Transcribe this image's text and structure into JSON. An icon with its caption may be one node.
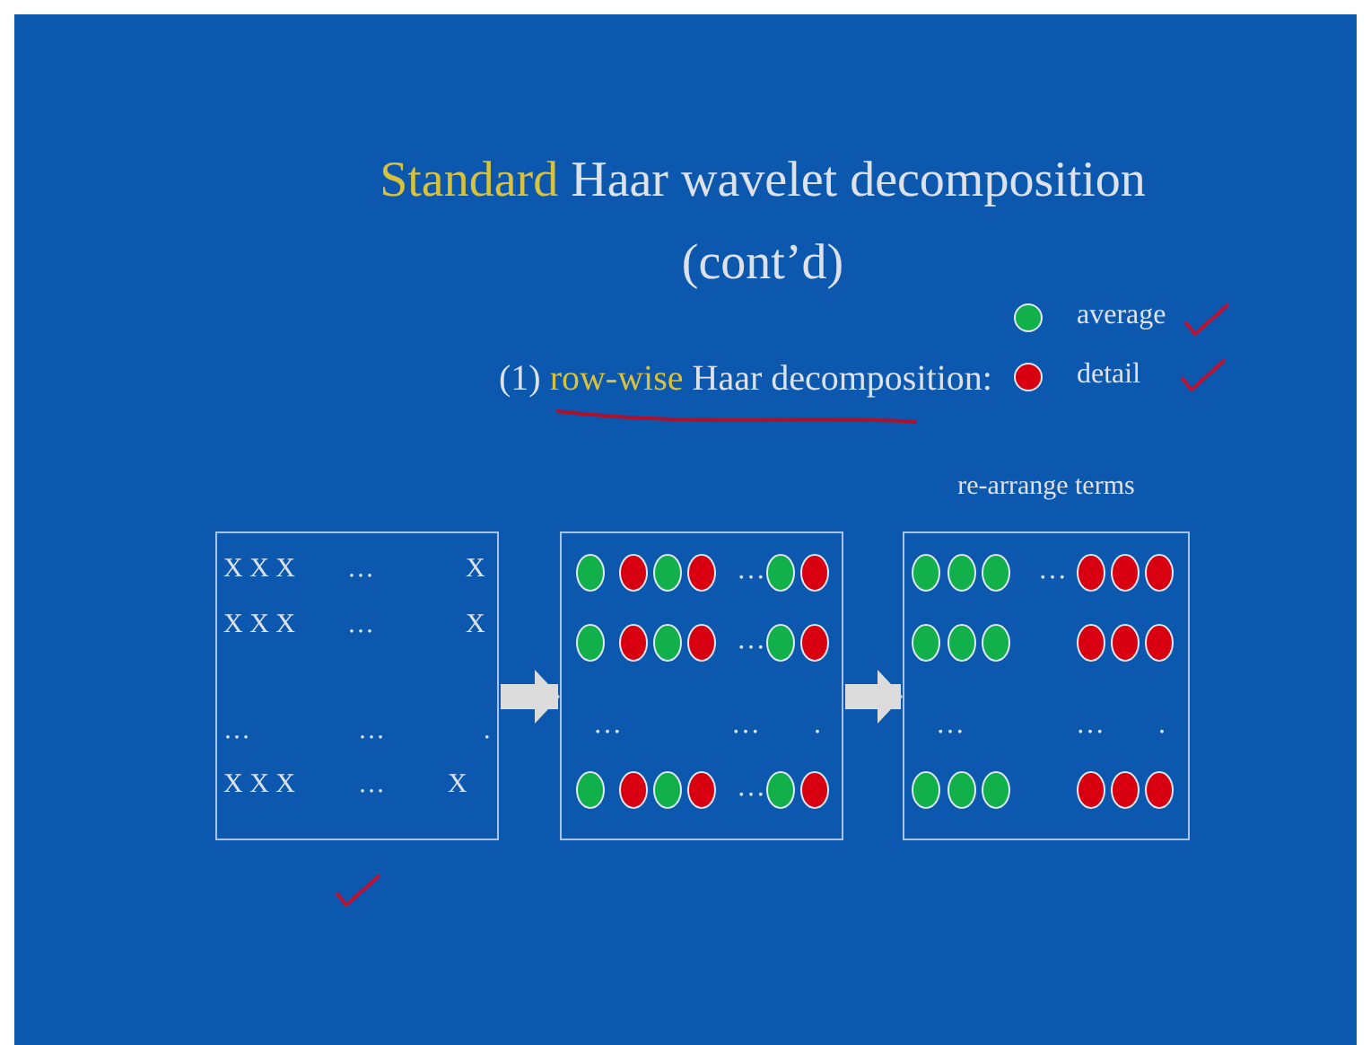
{
  "diagram": {
    "title": "Standard Haar wavelet decomposition (cont’d)",
    "nodes": [
      {
        "text": [
          "X X X",
          "…",
          "X",
          "X X X",
          "…",
          "X",
          "…",
          "…",
          ".",
          "X X X",
          "…",
          "X"
        ]
      },
      {
        "text": [
          "…",
          "…",
          "…",
          "…",
          ".",
          "…"
        ]
      },
      {
        "text": [
          "…",
          "…",
          "…",
          "."
        ],
        "beside": [
          "re-arrange terms"
        ]
      }
    ],
    "edges": [
      {
        "from": 0,
        "to": 1,
        "arrow": "to"
      },
      {
        "from": 1,
        "to": 2,
        "arrow": "to"
      }
    ],
    "labels": [
      "(1) row-wise Haar decomposition:"
    ],
    "legend": [
      {
        "text": "average",
        "color": "#11b04a"
      },
      {
        "text": "detail",
        "color": "#d80010"
      }
    ]
  }
}
